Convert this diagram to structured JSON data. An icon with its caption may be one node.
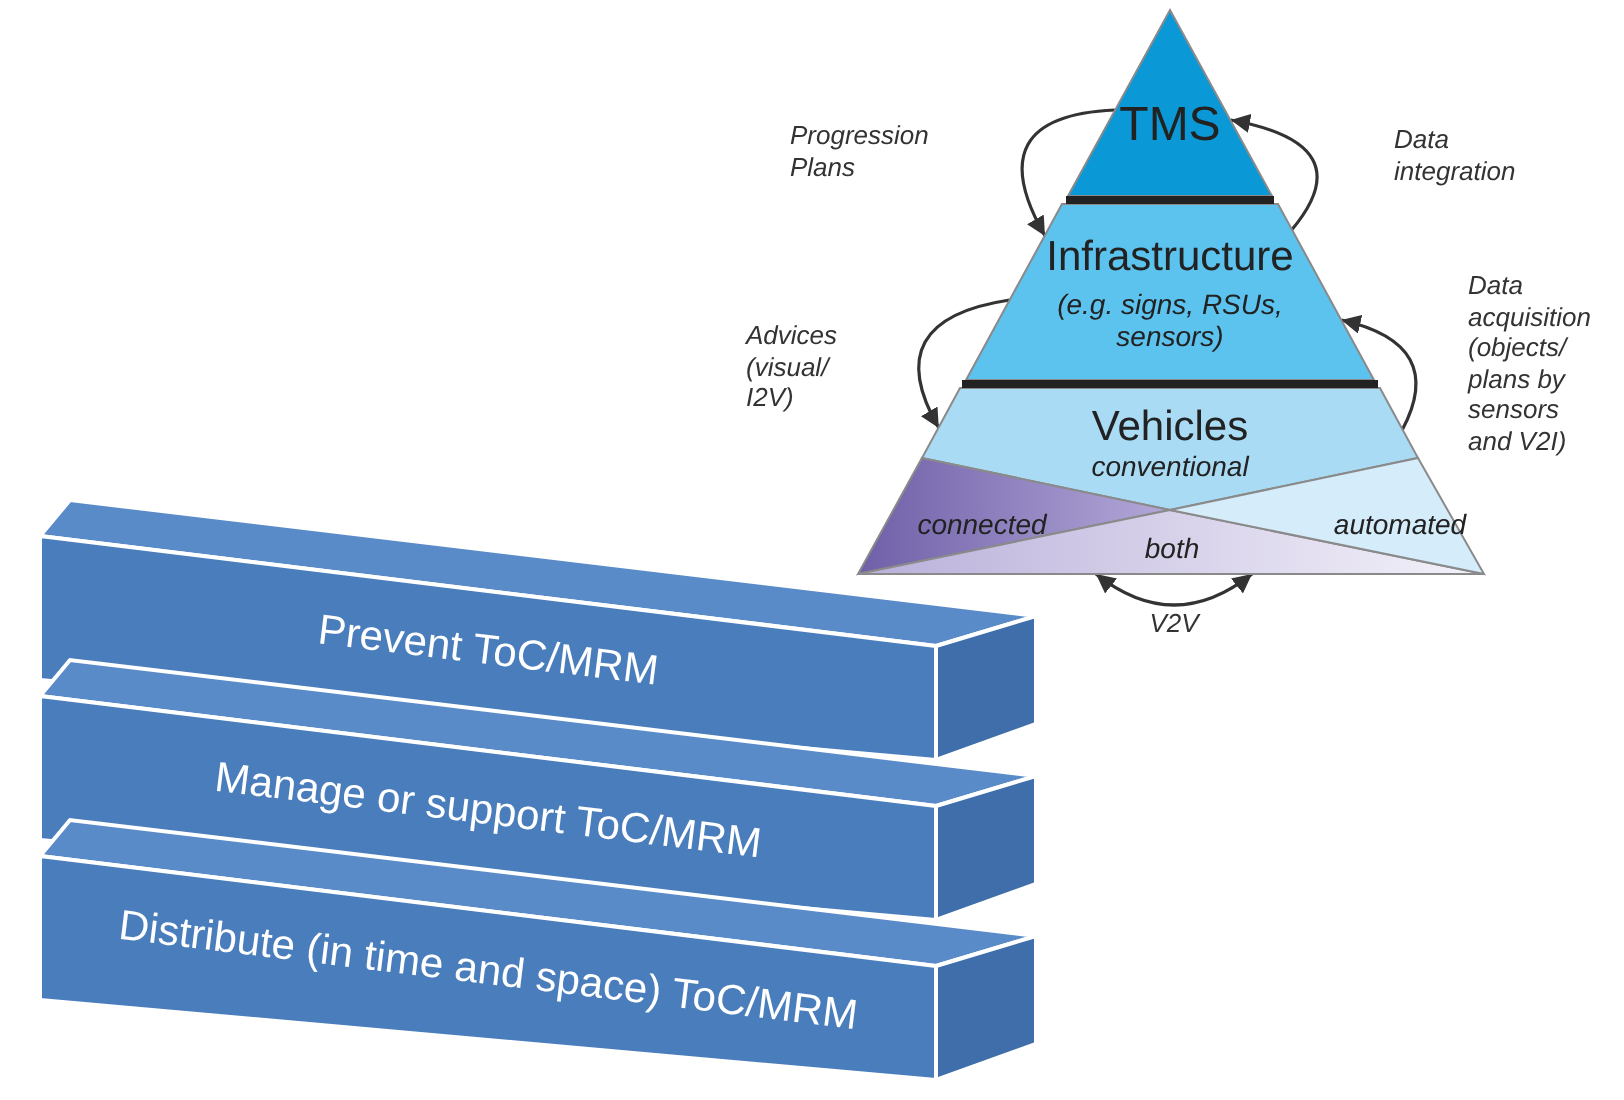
{
  "diagram": {
    "nodes": [
      {
        "text": [
          "TMS"
        ]
      },
      {
        "text": [
          "Infrastructure",
          "(e.g. signs, RSUs, sensors)"
        ]
      },
      {
        "text": [
          "Vehicles",
          "conventional"
        ]
      },
      {
        "text": [
          "connected"
        ]
      },
      {
        "text": [
          "both"
        ]
      },
      {
        "text": [
          "automated"
        ]
      },
      {
        "text": [
          "Prevent ToC/MRM"
        ]
      },
      {
        "text": [
          "Manage or support ToC/MRM"
        ]
      },
      {
        "text": [
          "Distribute (in time and space) ToC/MRM"
        ]
      }
    ],
    "edges": [
      {
        "from": 0,
        "to": 1,
        "arrow": "to",
        "label": "Progression Plans"
      },
      {
        "from": 1,
        "to": 2,
        "arrow": "to",
        "label": "Advices (visual/ I2V)"
      },
      {
        "from": 1,
        "to": 0,
        "arrow": "to",
        "label": "Data integration"
      },
      {
        "from": 2,
        "to": 1,
        "arrow": "to",
        "label": "Data acquisition (objects/ plans by sensors and V2I)"
      },
      {
        "from": 3,
        "to": 5,
        "arrow": "both",
        "label": "V2V"
      }
    ]
  }
}
